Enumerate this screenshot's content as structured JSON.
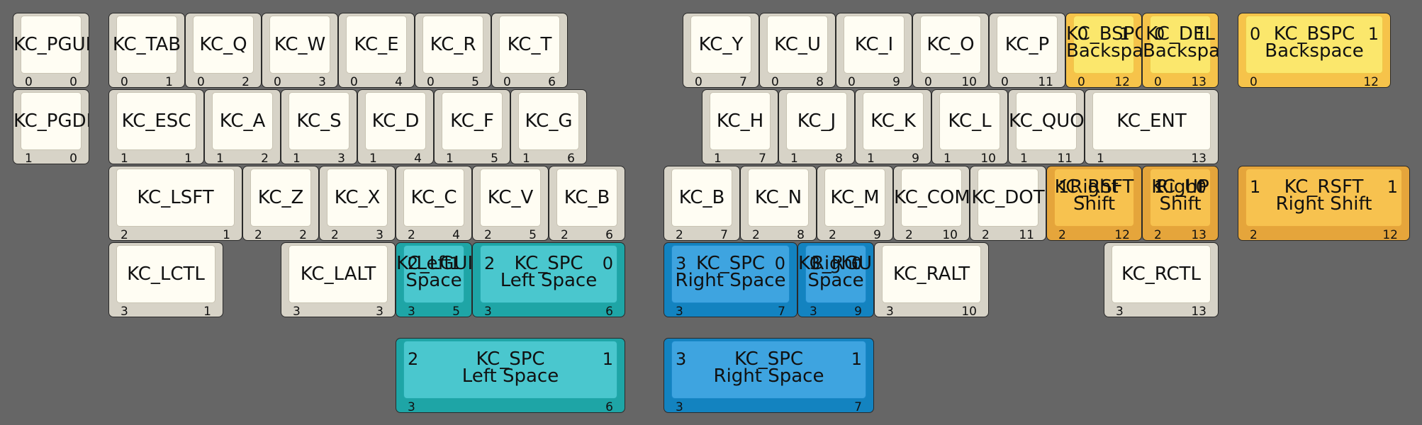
{
  "colors": {
    "background": "#666666",
    "key_default": "#fffdf3",
    "key_yellow": "#fbe76c",
    "key_orange": "#f7c24f",
    "key_teal": "#4ac7ce",
    "key_blue": "#3ea4e0"
  },
  "keys": [
    {
      "id": "kc-pgup",
      "lines": [
        "KC_PGUP"
      ],
      "bl": "0",
      "br": "0",
      "color": "default"
    },
    {
      "id": "kc-tab",
      "lines": [
        "KC_TAB"
      ],
      "bl": "0",
      "br": "1",
      "color": "default"
    },
    {
      "id": "kc-q",
      "lines": [
        "KC_Q"
      ],
      "bl": "0",
      "br": "2",
      "color": "default"
    },
    {
      "id": "kc-w",
      "lines": [
        "KC_W"
      ],
      "bl": "0",
      "br": "3",
      "color": "default"
    },
    {
      "id": "kc-e",
      "lines": [
        "KC_E"
      ],
      "bl": "0",
      "br": "4",
      "color": "default"
    },
    {
      "id": "kc-r",
      "lines": [
        "KC_R"
      ],
      "bl": "0",
      "br": "5",
      "color": "default"
    },
    {
      "id": "kc-t",
      "lines": [
        "KC_T"
      ],
      "bl": "0",
      "br": "6",
      "color": "default"
    },
    {
      "id": "kc-y",
      "lines": [
        "KC_Y"
      ],
      "bl": "0",
      "br": "7",
      "color": "default"
    },
    {
      "id": "kc-u",
      "lines": [
        "KC_U"
      ],
      "bl": "0",
      "br": "8",
      "color": "default"
    },
    {
      "id": "kc-i",
      "lines": [
        "KC_I"
      ],
      "bl": "0",
      "br": "9",
      "color": "default"
    },
    {
      "id": "kc-o",
      "lines": [
        "KC_O"
      ],
      "bl": "0",
      "br": "10",
      "color": "default"
    },
    {
      "id": "kc-p",
      "lines": [
        "KC_P"
      ],
      "bl": "0",
      "br": "11",
      "color": "default"
    },
    {
      "id": "kc-bspc-overlap",
      "lines": [
        "KC_BSPC",
        "Backspace"
      ],
      "tl": "0",
      "tr": "1",
      "bl": "0",
      "br": "12",
      "color": "yellow"
    },
    {
      "id": "kc-del-overlap",
      "lines": [
        "KC_DEL",
        "Backspace"
      ],
      "tl": "0",
      "tr": "1",
      "bl": "0",
      "br": "13",
      "color": "yellow"
    },
    {
      "id": "kc-bspc",
      "lines": [
        "KC_BSPC",
        "Backspace"
      ],
      "tl": "0",
      "tr": "1",
      "bl": "0",
      "br": "12",
      "color": "yellow"
    },
    {
      "id": "kc-pgdn",
      "lines": [
        "KC_PGDN"
      ],
      "bl": "1",
      "br": "0",
      "color": "default"
    },
    {
      "id": "kc-esc",
      "lines": [
        "KC_ESC"
      ],
      "bl": "1",
      "br": "1",
      "color": "default"
    },
    {
      "id": "kc-a",
      "lines": [
        "KC_A"
      ],
      "bl": "1",
      "br": "2",
      "color": "default"
    },
    {
      "id": "kc-s",
      "lines": [
        "KC_S"
      ],
      "bl": "1",
      "br": "3",
      "color": "default"
    },
    {
      "id": "kc-d",
      "lines": [
        "KC_D"
      ],
      "bl": "1",
      "br": "4",
      "color": "default"
    },
    {
      "id": "kc-f",
      "lines": [
        "KC_F"
      ],
      "bl": "1",
      "br": "5",
      "color": "default"
    },
    {
      "id": "kc-g",
      "lines": [
        "KC_G"
      ],
      "bl": "1",
      "br": "6",
      "color": "default"
    },
    {
      "id": "kc-h",
      "lines": [
        "KC_H"
      ],
      "bl": "1",
      "br": "7",
      "color": "default"
    },
    {
      "id": "kc-j",
      "lines": [
        "KC_J"
      ],
      "bl": "1",
      "br": "8",
      "color": "default"
    },
    {
      "id": "kc-k",
      "lines": [
        "KC_K"
      ],
      "bl": "1",
      "br": "9",
      "color": "default"
    },
    {
      "id": "kc-l",
      "lines": [
        "KC_L"
      ],
      "bl": "1",
      "br": "10",
      "color": "default"
    },
    {
      "id": "kc-quot",
      "lines": [
        "KC_QUOT"
      ],
      "bl": "1",
      "br": "11",
      "color": "default"
    },
    {
      "id": "kc-ent",
      "lines": [
        "KC_ENT"
      ],
      "bl": "1",
      "br": "13",
      "color": "default"
    },
    {
      "id": "kc-lsft",
      "lines": [
        "KC_LSFT"
      ],
      "bl": "2",
      "br": "1",
      "color": "default"
    },
    {
      "id": "kc-z",
      "lines": [
        "KC_Z"
      ],
      "bl": "2",
      "br": "2",
      "color": "default"
    },
    {
      "id": "kc-x",
      "lines": [
        "KC_X"
      ],
      "bl": "2",
      "br": "3",
      "color": "default"
    },
    {
      "id": "kc-c",
      "lines": [
        "KC_C"
      ],
      "bl": "2",
      "br": "4",
      "color": "default"
    },
    {
      "id": "kc-v",
      "lines": [
        "KC_V"
      ],
      "bl": "2",
      "br": "5",
      "color": "default"
    },
    {
      "id": "kc-b-left",
      "lines": [
        "KC_B"
      ],
      "bl": "2",
      "br": "6",
      "color": "default"
    },
    {
      "id": "kc-b-right",
      "lines": [
        "KC_B"
      ],
      "bl": "2",
      "br": "7",
      "color": "default"
    },
    {
      "id": "kc-n",
      "lines": [
        "KC_N"
      ],
      "bl": "2",
      "br": "8",
      "color": "default"
    },
    {
      "id": "kc-m",
      "lines": [
        "KC_M"
      ],
      "bl": "2",
      "br": "9",
      "color": "default"
    },
    {
      "id": "kc-comm",
      "lines": [
        "KC_COMM"
      ],
      "bl": "2",
      "br": "10",
      "color": "default"
    },
    {
      "id": "kc-dot",
      "lines": [
        "KC_DOT"
      ],
      "bl": "2",
      "br": "11",
      "color": "default"
    },
    {
      "id": "kc-rsft-overlap",
      "lines": [
        "KC_RSFT",
        "Right",
        "Shift"
      ],
      "tl": "1",
      "bl": "2",
      "br": "12",
      "color": "orange"
    },
    {
      "id": "kc-up-overlap",
      "lines": [
        "KC_UP",
        "Right",
        "Shift"
      ],
      "tl": "1",
      "tr": "0",
      "bl": "2",
      "br": "13",
      "color": "orange"
    },
    {
      "id": "kc-rsft",
      "lines": [
        "KC_RSFT",
        "Right Shift"
      ],
      "tl": "1",
      "tr": "1",
      "bl": "2",
      "br": "12",
      "color": "orange"
    },
    {
      "id": "kc-lctl",
      "lines": [
        "KC_LCTL"
      ],
      "bl": "3",
      "br": "1",
      "color": "default"
    },
    {
      "id": "kc-lalt",
      "lines": [
        "KC_LALT"
      ],
      "bl": "3",
      "br": "3",
      "color": "default"
    },
    {
      "id": "kc-lgui-overlap",
      "lines": [
        "KC_LGUI",
        "Left",
        "Space"
      ],
      "tl": "2",
      "tr": "1",
      "bl": "3",
      "br": "5",
      "color": "teal"
    },
    {
      "id": "kc-spc-left",
      "lines": [
        "KC_SPC",
        "Left Space"
      ],
      "tl": "2",
      "tr": "0",
      "bl": "3",
      "br": "6",
      "color": "teal"
    },
    {
      "id": "kc-spc-right",
      "lines": [
        "KC_SPC",
        "Right Space"
      ],
      "tl": "3",
      "tr": "0",
      "bl": "3",
      "br": "7",
      "color": "blue"
    },
    {
      "id": "kc-rgui-overlap",
      "lines": [
        "KC_RGUI",
        "Right",
        "Space"
      ],
      "tl": "3",
      "tr": "0",
      "bl": "3",
      "br": "9",
      "color": "blue"
    },
    {
      "id": "kc-ralt",
      "lines": [
        "KC_RALT"
      ],
      "bl": "3",
      "br": "10",
      "color": "default"
    },
    {
      "id": "kc-rctl",
      "lines": [
        "KC_RCTL"
      ],
      "bl": "3",
      "br": "13",
      "color": "default"
    },
    {
      "id": "kc-spc-left-alt",
      "lines": [
        "KC_SPC",
        "Left Space"
      ],
      "tl": "2",
      "tr": "1",
      "bl": "3",
      "br": "6",
      "color": "teal"
    },
    {
      "id": "kc-spc-right-alt",
      "lines": [
        "KC_SPC",
        "Right Space"
      ],
      "tl": "3",
      "tr": "1",
      "bl": "3",
      "br": "7",
      "color": "blue"
    }
  ]
}
